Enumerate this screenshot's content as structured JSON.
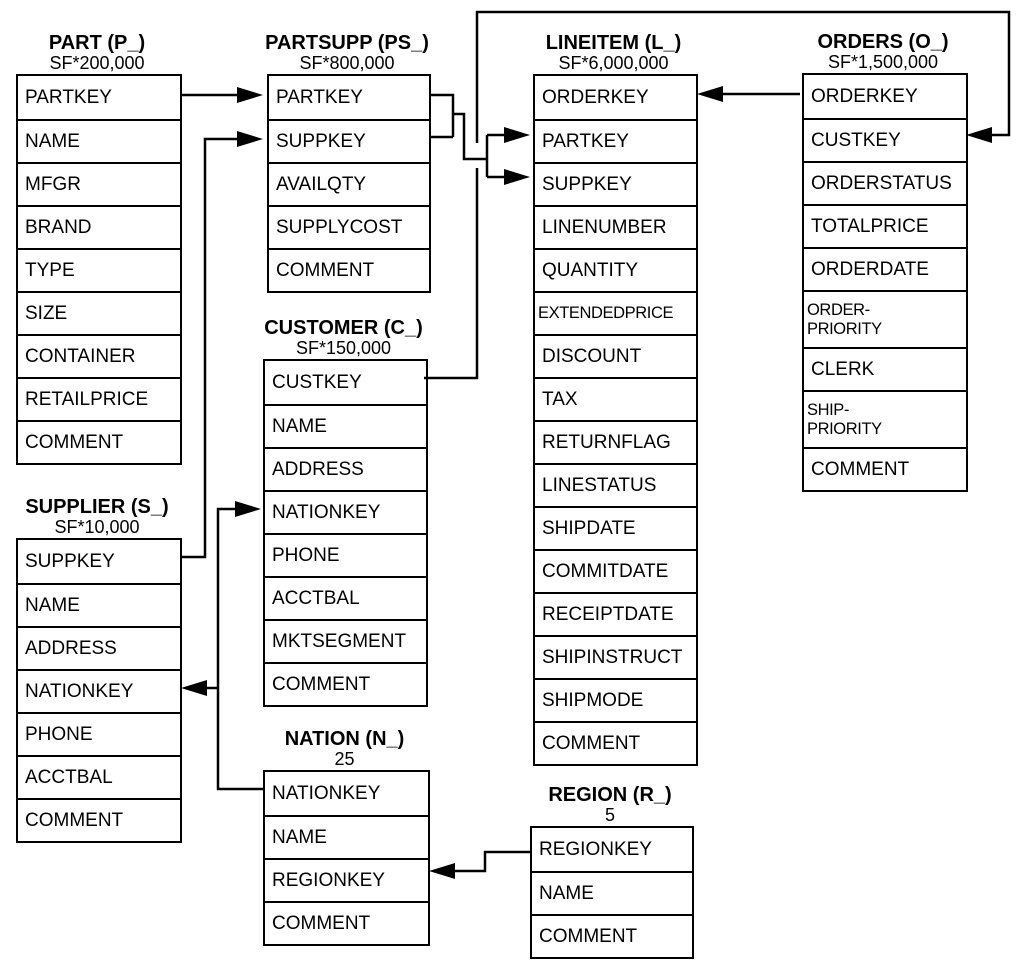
{
  "diagram": {
    "kind": "TPC-H database schema",
    "colors": {
      "line": "#000000",
      "text": "#000000",
      "background": "#ffffff"
    }
  },
  "tables": [
    {
      "id": "part",
      "name": "PART (P_)",
      "cardinality": "SF*200,000",
      "fields": [
        "PARTKEY",
        "NAME",
        "MFGR",
        "BRAND",
        "TYPE",
        "SIZE",
        "CONTAINER",
        "RETAILPRICE",
        "COMMENT"
      ]
    },
    {
      "id": "partsupp",
      "name": "PARTSUPP (PS_)",
      "cardinality": "SF*800,000",
      "fields": [
        "PARTKEY",
        "SUPPKEY",
        "AVAILQTY",
        "SUPPLYCOST",
        "COMMENT"
      ]
    },
    {
      "id": "lineitem",
      "name": "LINEITEM (L_)",
      "cardinality": "SF*6,000,000",
      "fields": [
        "ORDERKEY",
        "PARTKEY",
        "SUPPKEY",
        "LINENUMBER",
        "QUANTITY",
        "EXTENDEDPRICE",
        "DISCOUNT",
        "TAX",
        "RETURNFLAG",
        "LINESTATUS",
        "SHIPDATE",
        "COMMITDATE",
        "RECEIPTDATE",
        "SHIPINSTRUCT",
        "SHIPMODE",
        "COMMENT"
      ]
    },
    {
      "id": "orders",
      "name": "ORDERS (O_)",
      "cardinality": "SF*1,500,000",
      "fields": [
        "ORDERKEY",
        "CUSTKEY",
        "ORDERSTATUS",
        "TOTALPRICE",
        "ORDERDATE",
        "ORDER-\nPRIORITY",
        "CLERK",
        "SHIP-\nPRIORITY",
        "COMMENT"
      ]
    },
    {
      "id": "customer",
      "name": "CUSTOMER (C_)",
      "cardinality": "SF*150,000",
      "fields": [
        "CUSTKEY",
        "NAME",
        "ADDRESS",
        "NATIONKEY",
        "PHONE",
        "ACCTBAL",
        "MKTSEGMENT",
        "COMMENT"
      ]
    },
    {
      "id": "supplier",
      "name": "SUPPLIER (S_)",
      "cardinality": "SF*10,000",
      "fields": [
        "SUPPKEY",
        "NAME",
        "ADDRESS",
        "NATIONKEY",
        "PHONE",
        "ACCTBAL",
        "COMMENT"
      ]
    },
    {
      "id": "nation",
      "name": "NATION (N_)",
      "cardinality": "25",
      "fields": [
        "NATIONKEY",
        "NAME",
        "REGIONKEY",
        "COMMENT"
      ]
    },
    {
      "id": "region",
      "name": "REGION (R_)",
      "cardinality": "5",
      "fields": [
        "REGIONKEY",
        "NAME",
        "COMMENT"
      ]
    }
  ],
  "relationships": [
    {
      "from": "PART.PARTKEY",
      "to": "PARTSUPP.PARTKEY"
    },
    {
      "from": "SUPPLIER.SUPPKEY",
      "to": "PARTSUPP.SUPPKEY"
    },
    {
      "from": "PARTSUPP.PARTKEY",
      "to": "LINEITEM.PARTKEY"
    },
    {
      "from": "PARTSUPP.SUPPKEY",
      "to": "LINEITEM.SUPPKEY"
    },
    {
      "from": "ORDERS.ORDERKEY",
      "to": "LINEITEM.ORDERKEY"
    },
    {
      "from": "CUSTOMER.CUSTKEY",
      "to": "ORDERS.CUSTKEY"
    },
    {
      "from": "NATION.NATIONKEY",
      "to": "CUSTOMER.NATIONKEY"
    },
    {
      "from": "NATION.NATIONKEY",
      "to": "SUPPLIER.NATIONKEY"
    },
    {
      "from": "REGION.REGIONKEY",
      "to": "NATION.REGIONKEY"
    }
  ]
}
